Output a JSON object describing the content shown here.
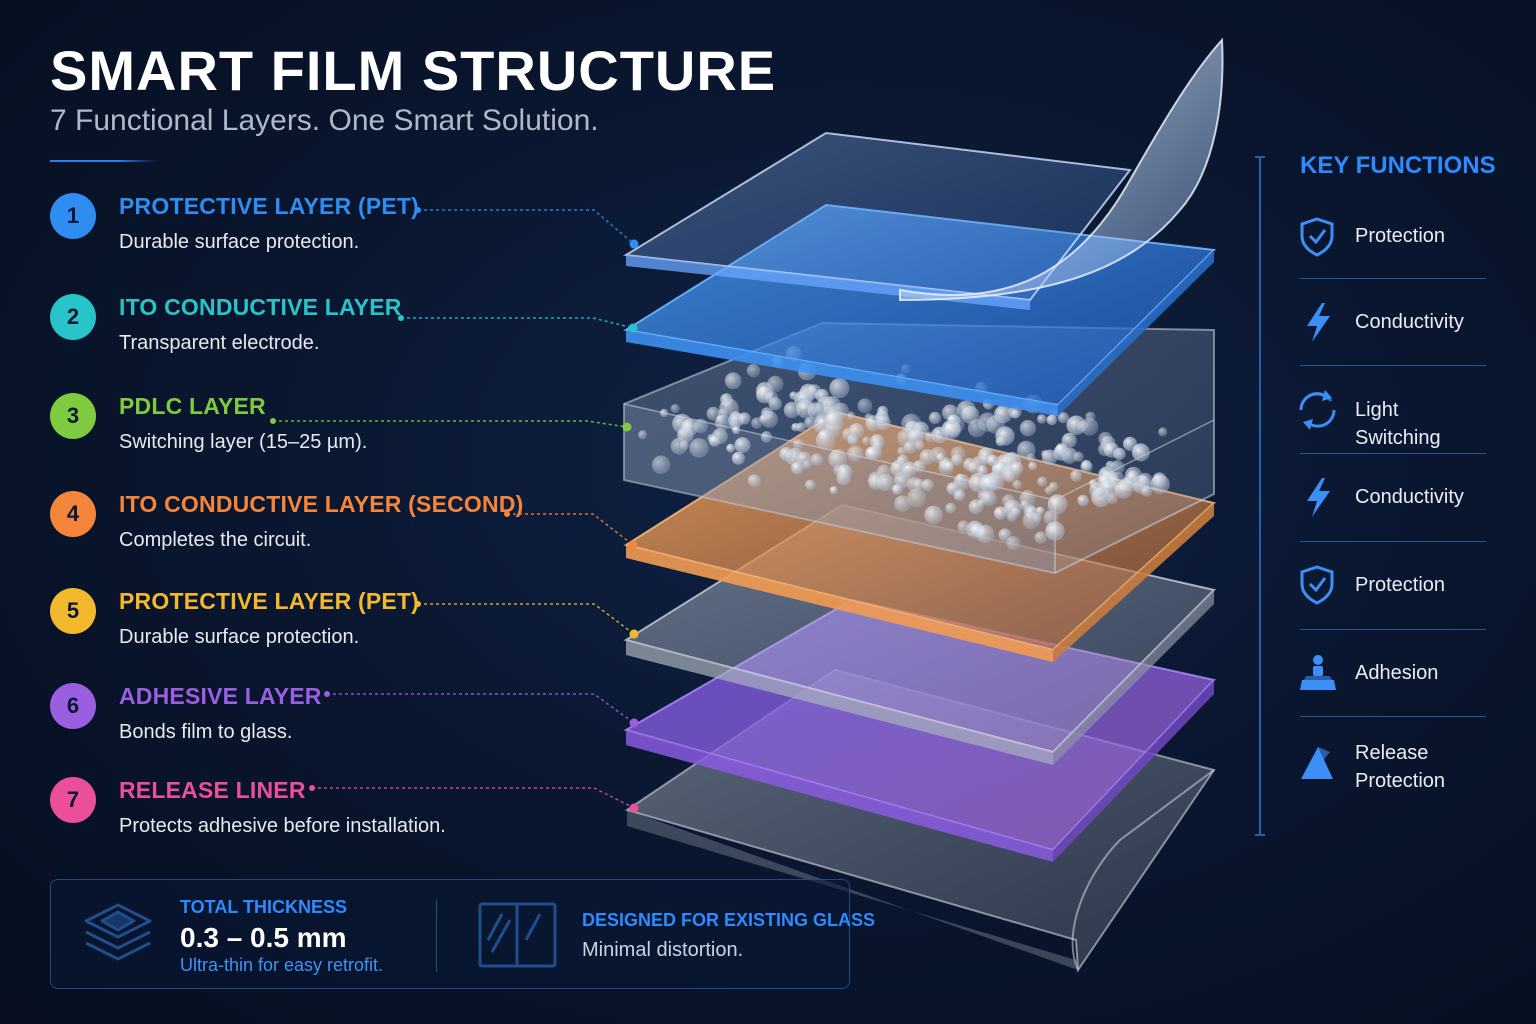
{
  "header": {
    "title": "SMART FILM STRUCTURE",
    "subtitle": "7 Functional Layers. One Smart Solution."
  },
  "layers": [
    {
      "number": "1",
      "name": "PROTECTIVE LAYER (PET)",
      "description": "Durable surface protection.",
      "color": "#2f8cf0"
    },
    {
      "number": "2",
      "name": "ITO CONDUCTIVE LAYER",
      "description": "Transparent electrode.",
      "color": "#27c4c9"
    },
    {
      "number": "3",
      "name": "PDLC LAYER",
      "description": "Switching layer (15–25 µm).",
      "color": "#7ecb3f"
    },
    {
      "number": "4",
      "name": "ITO CONDUCTIVE LAYER (SECOND)",
      "description": "Completes the circuit.",
      "color": "#f5853a"
    },
    {
      "number": "5",
      "name": "PROTECTIVE LAYER (PET)",
      "description": "Durable surface protection.",
      "color": "#f2b82e"
    },
    {
      "number": "6",
      "name": "ADHESIVE LAYER",
      "description": "Bonds film to glass.",
      "color": "#9a5fe0"
    },
    {
      "number": "7",
      "name": "RELEASE LINER",
      "description": "Protects adhesive before installation.",
      "color": "#ec4f9a"
    }
  ],
  "key_functions": {
    "title": "KEY FUNCTIONS",
    "items": [
      {
        "label": "Protection",
        "icon": "shield-check-icon"
      },
      {
        "label": "Conductivity",
        "icon": "lightning-icon"
      },
      {
        "label": "Light Switching",
        "icon": "switch-cycle-icon"
      },
      {
        "label": "Conductivity",
        "icon": "lightning-icon"
      },
      {
        "label": "Protection",
        "icon": "shield-check-icon"
      },
      {
        "label": "Adhesion",
        "icon": "hand-adhesion-icon"
      },
      {
        "label": "Release Protection",
        "icon": "peel-corner-icon"
      }
    ]
  },
  "footer": {
    "total_thickness": {
      "label": "TOTAL THICKNESS",
      "value": "0.3 – 0.5 mm",
      "note": "Ultra-thin for easy retrofit.",
      "icon": "stacked-layers-icon"
    },
    "existing_glass": {
      "label": "DESIGNED FOR EXISTING GLASS",
      "note": "Minimal distortion.",
      "icon": "window-glass-icon"
    }
  },
  "colors": {
    "accent": "#2e8bff",
    "background": "#0a1730"
  }
}
